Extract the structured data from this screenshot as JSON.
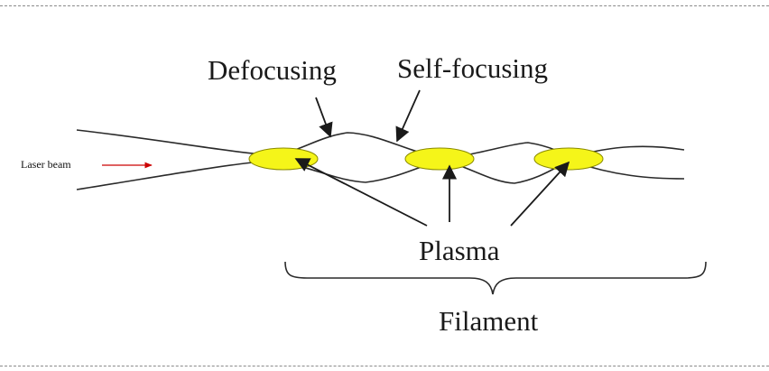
{
  "diagram": {
    "labels": {
      "laser_beam": "Laser beam",
      "defocusing": "Defocusing",
      "self_focusing": "Self-focusing",
      "plasma": "Plasma",
      "filament": "Filament"
    },
    "colors": {
      "plasma_fill": "#f5f519",
      "plasma_stroke": "#8a8a00",
      "beam_line": "#2a2a2a",
      "laser_arrow": "#cc0000",
      "border_dash": "#8a8a8a"
    }
  }
}
